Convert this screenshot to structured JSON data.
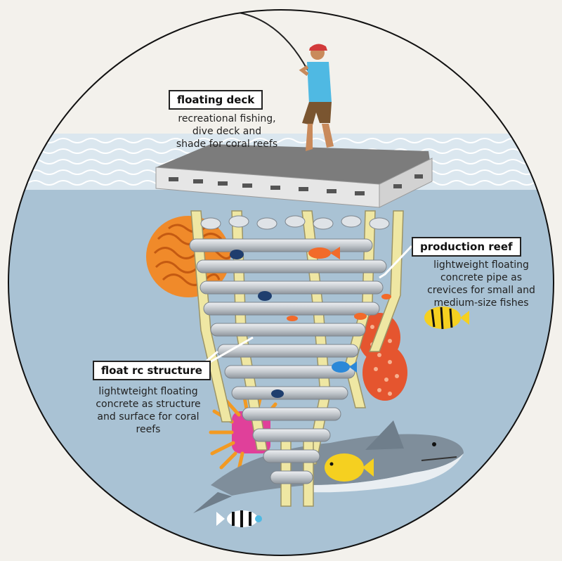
{
  "labels": {
    "floating_deck": {
      "title": "floating deck",
      "lines": [
        "recreational fishing,",
        "dive deck  and",
        "shade for coral reefs"
      ]
    },
    "production_reef": {
      "title": "production reef",
      "lines": [
        "lightweight floating",
        "concrete  pipe as",
        "crevices for small and",
        "medium-size fishes"
      ]
    },
    "float_rc_structure": {
      "title": "float rc structure",
      "lines": [
        "lightwteight floating",
        "concrete as structure",
        "and surface for coral",
        "reefs"
      ]
    }
  },
  "colors": {
    "sea": "#a9c2d4",
    "surface": "#d9e6ee",
    "deck_top": "#7c7c7c",
    "deck_side": "#e6e6e6",
    "frame": "#efe7a3",
    "pipe": "#c9cdd2",
    "brain_coral": "#f08a2a",
    "red_coral": "#e5552f",
    "anemone": "#e0409a",
    "shark": "#7f8e9b",
    "yellow_fish": "#f5d020"
  }
}
